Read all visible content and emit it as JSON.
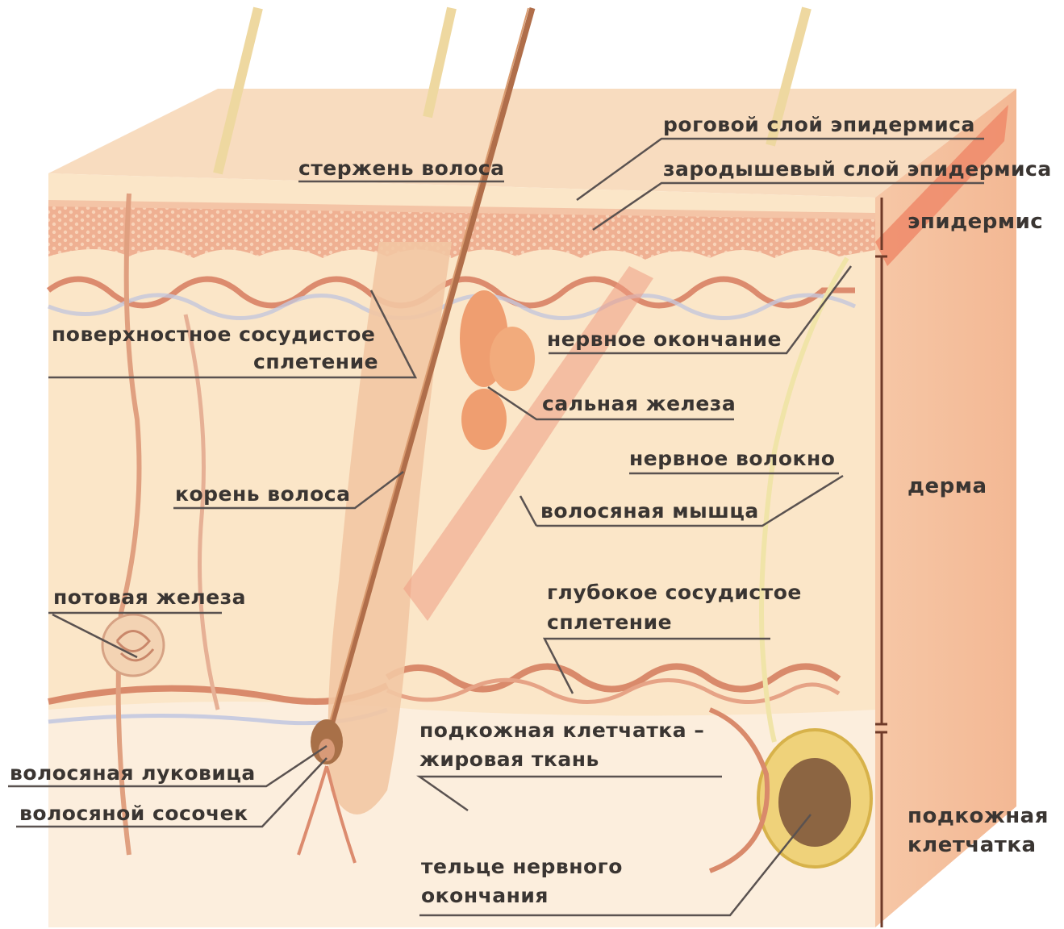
{
  "labels": {
    "hair_shaft": "стержень волоса",
    "stratum_corneum": "роговой слой эпидермиса",
    "germinal_layer": "зародышевый слой эпидермиса",
    "superficial_plexus_1": "поверхностное сосудистое",
    "superficial_plexus_2": "сплетение",
    "nerve_ending": "нервное окончание",
    "sebaceous_gland": "сальная железа",
    "nerve_fiber": "нервное волокно",
    "hair_root": "корень волоса",
    "hair_muscle": "волосяная мышца",
    "sweat_gland": "потовая железа",
    "deep_plexus_1": "глубокое сосудистое",
    "deep_plexus_2": "сплетение",
    "subcutaneous_1": "подкожная клетчатка –",
    "subcutaneous_2": "жировая ткань",
    "hair_bulb": "волосяная луковица",
    "hair_papilla": "волосяной сосочек",
    "nerve_corpuscle_1": "тельце нервного",
    "nerve_corpuscle_2": "окончания"
  },
  "zones": {
    "epidermis": "эпидермис",
    "dermis": "дерма",
    "hypodermis_1": "подкожная",
    "hypodermis_2": "клетчатка"
  },
  "colors": {
    "skin_base": "#fbe3c2",
    "skin_top": "#f7d9b8",
    "epidermis_band": "#efb493",
    "vessels": "#d9876a",
    "sebaceous": "#ee9e6e",
    "hair": "#b0704c",
    "hair_light": "#eed9a0",
    "fat_cell": "#e8c35a",
    "fat_core": "#8a6040",
    "label_text": "#3a3532",
    "leader_lines": "#5a5250"
  }
}
